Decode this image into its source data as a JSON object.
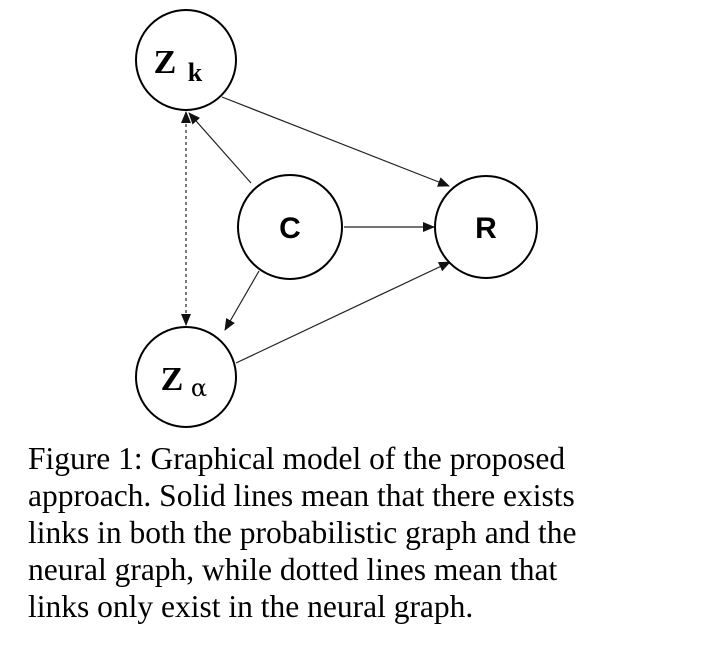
{
  "diagram": {
    "nodes": {
      "zk": {
        "main": "Z",
        "sub": "k"
      },
      "c": {
        "main": "C"
      },
      "r": {
        "main": "R"
      },
      "za": {
        "main": "Z",
        "sub": "α"
      }
    },
    "edges": [
      {
        "from": "zk",
        "to": "r",
        "style": "solid"
      },
      {
        "from": "c",
        "to": "zk",
        "style": "solid"
      },
      {
        "from": "c",
        "to": "r",
        "style": "solid"
      },
      {
        "from": "c",
        "to": "za",
        "style": "solid"
      },
      {
        "from": "za",
        "to": "r",
        "style": "solid"
      },
      {
        "from": "zk",
        "to": "za",
        "style": "dotted",
        "bidirectional": true
      }
    ]
  },
  "caption": {
    "lines": [
      "Figure 1: Graphical model of the proposed",
      "approach. Solid lines mean that there exists",
      "links in both the probabilistic graph and the",
      "neural graph, while dotted lines mean that",
      "links only exist in the neural graph."
    ]
  }
}
